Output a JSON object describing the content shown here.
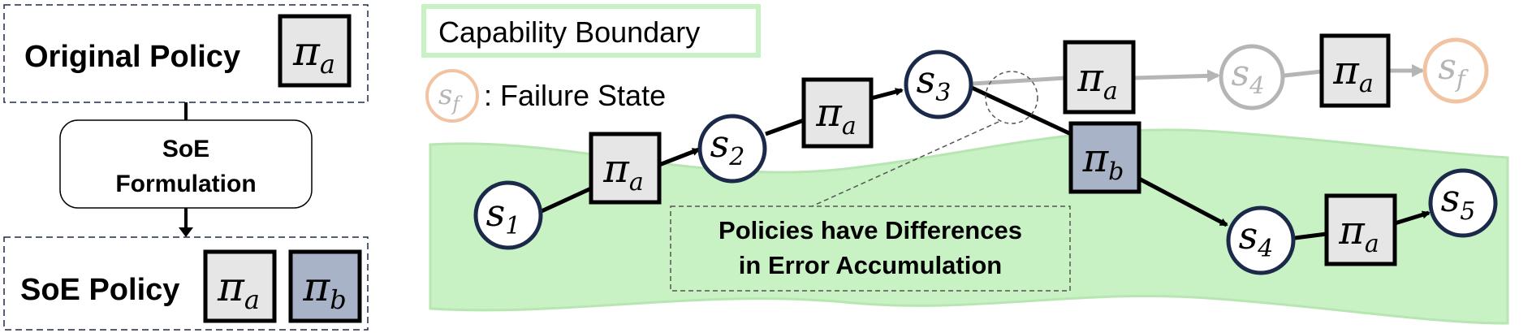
{
  "left_panel": {
    "original_policy": {
      "label": "Original Policy",
      "policy_symbol": "π",
      "policy_subscript": "a"
    },
    "formulation_step": {
      "line1": "SoE",
      "line2": "Formulation"
    },
    "soe_policy": {
      "label": "SoE Policy",
      "policy_a_symbol": "π",
      "policy_a_subscript": "a",
      "policy_b_symbol": "π",
      "policy_b_subscript": "b"
    }
  },
  "legend": {
    "capability_boundary": "Capability Boundary",
    "failure_symbol": "s",
    "failure_subscript": "f",
    "failure_label": ": Failure State"
  },
  "trajectory": {
    "states": [
      {
        "symbol": "s",
        "subscript": "1"
      },
      {
        "symbol": "s",
        "subscript": "2"
      },
      {
        "symbol": "s",
        "subscript": "3"
      },
      {
        "symbol": "s",
        "subscript": "4"
      },
      {
        "symbol": "s",
        "subscript": "4"
      },
      {
        "symbol": "s",
        "subscript": "5"
      },
      {
        "symbol": "s",
        "subscript": "f"
      }
    ],
    "policies": [
      {
        "symbol": "π",
        "subscript": "a"
      },
      {
        "symbol": "π",
        "subscript": "a"
      },
      {
        "symbol": "π",
        "subscript": "a"
      },
      {
        "symbol": "π",
        "subscript": "a"
      },
      {
        "symbol": "π",
        "subscript": "b"
      },
      {
        "symbol": "π",
        "subscript": "a"
      }
    ]
  },
  "annotation": {
    "line1": "Policies have Differences",
    "line2": "in Error Accumulation"
  },
  "colors": {
    "state_border": "#1b2a4a",
    "policy_a_fill": "#e6e6e6",
    "policy_b_fill": "#a9b3c8",
    "boundary_fill": "#c8f2c4",
    "boundary_stroke": "#b7e6b2",
    "faded": "#b5b5b5",
    "failure": "#f2c3a3"
  }
}
